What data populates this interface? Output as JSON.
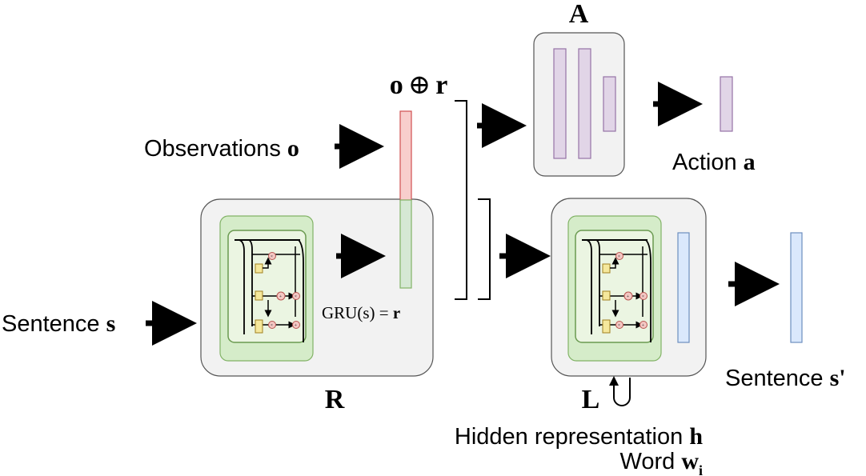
{
  "labels": {
    "observations_text": "Observations ",
    "observations_symbol": "o",
    "concat_o": "o",
    "concat_op": "⊕",
    "concat_r": "r",
    "sentence_text": "Sentence ",
    "sentence_symbol": "s",
    "gru_eq": "GRU(s) = ",
    "gru_r": "r",
    "module_R": "R",
    "module_A": "A",
    "module_L": "L",
    "action_text": "Action ",
    "action_symbol": "a",
    "sentence_out_text": "Sentence ",
    "sentence_out_symbol": "s'",
    "hidden_text": "Hidden representation ",
    "hidden_symbol": "h",
    "word_text": "Word ",
    "word_symbol": "w",
    "word_subscript": "i"
  },
  "colors": {
    "module_box_fill": "#f2f2f2",
    "module_box_stroke": "#555555",
    "gru_outer_fill": "#d5ecc9",
    "gru_outer_stroke": "#82b366",
    "gru_inner_fill": "#ebf5e2",
    "obs_vector_fill": "#f8cecc",
    "obs_vector_stroke": "#d05050",
    "r_vector_fill": "#d5e8d4",
    "r_vector_stroke": "#82b366",
    "action_vector_fill": "#e1d5e7",
    "action_vector_stroke": "#9673a6",
    "word_vector_fill": "#dae8fc",
    "word_vector_stroke": "#6c8ebf",
    "arrow_color": "#000000"
  }
}
